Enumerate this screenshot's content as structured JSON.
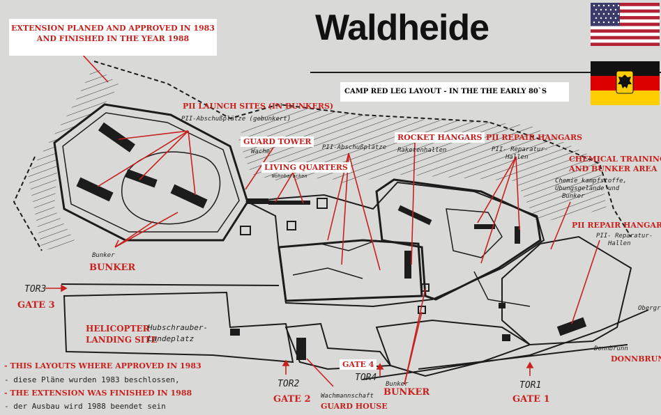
{
  "title": "Waldheide",
  "subtitle": "CAMP RED LEG LAYOUT - IN THE THE EARLY 80`s",
  "extension_note": {
    "line1": "EXTENSION PLANED AND APPROVED IN 1983",
    "line2": "AND FINISHED IN THE YEAR 1988"
  },
  "labels": {
    "launch_sites": "PII LAUNCH SITES (IN BUNKERS)",
    "guard_tower": "GUARD TOWER",
    "living_quarters": "LIVING QUARTERS",
    "rocket_hangars": "ROCKET HANGARS",
    "repair_hangars_1": "PII REPAIR HANGARS",
    "chemical_1": "CHEMICAL TRAINING",
    "chemical_2": "AND BUNKER AREA",
    "repair_hangars_2": "PII REPAIR HANGARS",
    "bunker_left": "BUNKER",
    "bunker_bottom": "BUNKER",
    "gate3": "GATE 3",
    "gate2": "GATE 2",
    "gate4": "GATE 4",
    "gate1": "GATE 1",
    "guard_house": "GUARD HOUSE",
    "helicopter_1": "HELICOPTER",
    "helicopter_2": "LANDING SITE",
    "donnbrunn": "DONNBRUNN"
  },
  "handwritten": {
    "abschuss_bunker": "PII-Abschußplätze (gebunkert)",
    "wache": "Wache",
    "abschuss": "PII-Abschußplätze",
    "wohnbaracken": "Wohnbaracken",
    "raketenhallen": "Raketenhallen",
    "reparatur1_1": "PII- Reparatur-",
    "reparatur1_2": "Hallen",
    "chemie_1": "Chemie kampfstoffe,",
    "chemie_2": "Übungsgelände und",
    "chemie_3": "Bunker",
    "reparatur2_1": "PII- Reparatur-",
    "reparatur2_2": "Hallen",
    "bunker_left": "Bunker",
    "bunker_bottom": "Bunker",
    "tor3": "TOR3",
    "tor2": "TOR2",
    "tor4": "TOR4",
    "tor1": "TOR1",
    "hubschrauber_1": "Hubschrauber-",
    "hubschrauber_2": "Landeplatz",
    "wachmannschaft": "Wachmannschaft",
    "donnbrunn": "Donnbrunn",
    "obergr": "Obergr."
  },
  "notes": {
    "approved_en": "- THIS LAYOUTS WHERE APPROVED IN 1983",
    "approved_de": "-  diese Pläne wurden 1983 beschlossen,",
    "finished_en": "- THE EXTENSION WAS FINISHED IN 1988",
    "finished_de": "- der Ausbau wird 1988 beendet sein"
  },
  "flags": [
    "usa-flag",
    "germany-flag"
  ],
  "colors": {
    "accent_red": "#c8201c",
    "ink": "#1c1c1c",
    "paper": "#d9d9d7"
  }
}
